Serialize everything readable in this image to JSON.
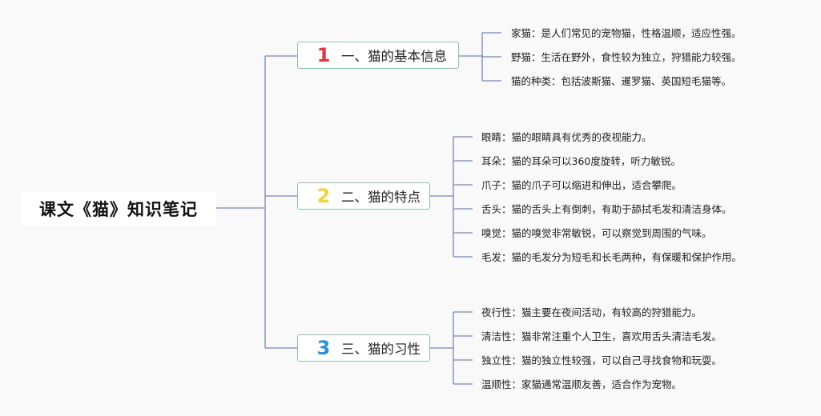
{
  "root": {
    "title": "课文《猫》知识笔记"
  },
  "colors": {
    "connector": "#7b85b4",
    "branch_border": "#8fc0a9",
    "num1": "#e3343e",
    "num2": "#f5d13b",
    "num3": "#2f90d8"
  },
  "branches": [
    {
      "number": "1",
      "label": "一、猫的基本信息",
      "leaves": [
        "家猫：是人们常见的宠物猫，性格温顺，适应性强。",
        "野猫：生活在野外，食性较为独立，狩猎能力较强。",
        "猫的种类：包括波斯猫、暹罗猫、英国短毛猫等。"
      ]
    },
    {
      "number": "2",
      "label": "二、猫的特点",
      "leaves": [
        "眼睛：猫的眼睛具有优秀的夜视能力。",
        "耳朵：猫的耳朵可以360度旋转，听力敏锐。",
        "爪子：猫的爪子可以缩进和伸出，适合攀爬。",
        "舌头：猫的舌头上有倒刺，有助于舔拭毛发和清洁身体。",
        "嗅觉：猫的嗅觉非常敏锐，可以察觉到周围的气味。",
        "毛发：猫的毛发分为短毛和长毛两种，有保暖和保护作用。"
      ]
    },
    {
      "number": "3",
      "label": "三、猫的习性",
      "leaves": [
        "夜行性：猫主要在夜间活动，有较高的狩猎能力。",
        "清洁性：猫非常注重个人卫生，喜欢用舌头清洁毛发。",
        "独立性：猫的独立性较强，可以自己寻找食物和玩耍。",
        "温顺性：家猫通常温顺友善，适合作为宠物。"
      ]
    }
  ]
}
